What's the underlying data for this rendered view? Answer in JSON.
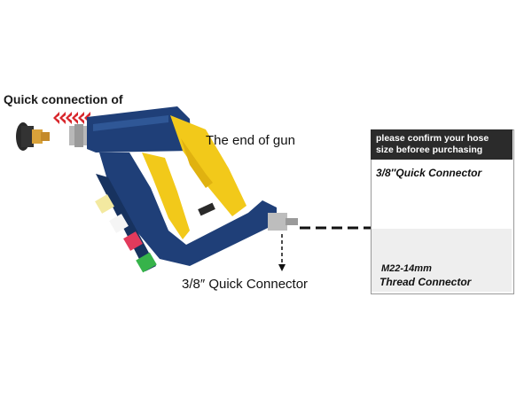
{
  "labels": {
    "quick_connection": "Quick connection of",
    "end_of_gun": "The end of gun",
    "bottom_connector": "3/8″ Quick  Connector"
  },
  "panel": {
    "header": "please confirm your hose size beforee purchasing",
    "top_connector": "3/8″Quick Connector",
    "m22_line1": "M22-14mm",
    "m22_line2": "Thread Connector"
  },
  "colors": {
    "gun_blue": "#1f3f78",
    "gun_yellow": "#f2c91a",
    "brass": "#d9a23a",
    "arrow_red": "#d8262b",
    "arrow_blue": "#1f5fb0"
  },
  "icons": [
    "spray-gun-icon",
    "nozzle-icon",
    "double-chevron-icon",
    "hose-icon",
    "elbow-arrow-icon"
  ]
}
